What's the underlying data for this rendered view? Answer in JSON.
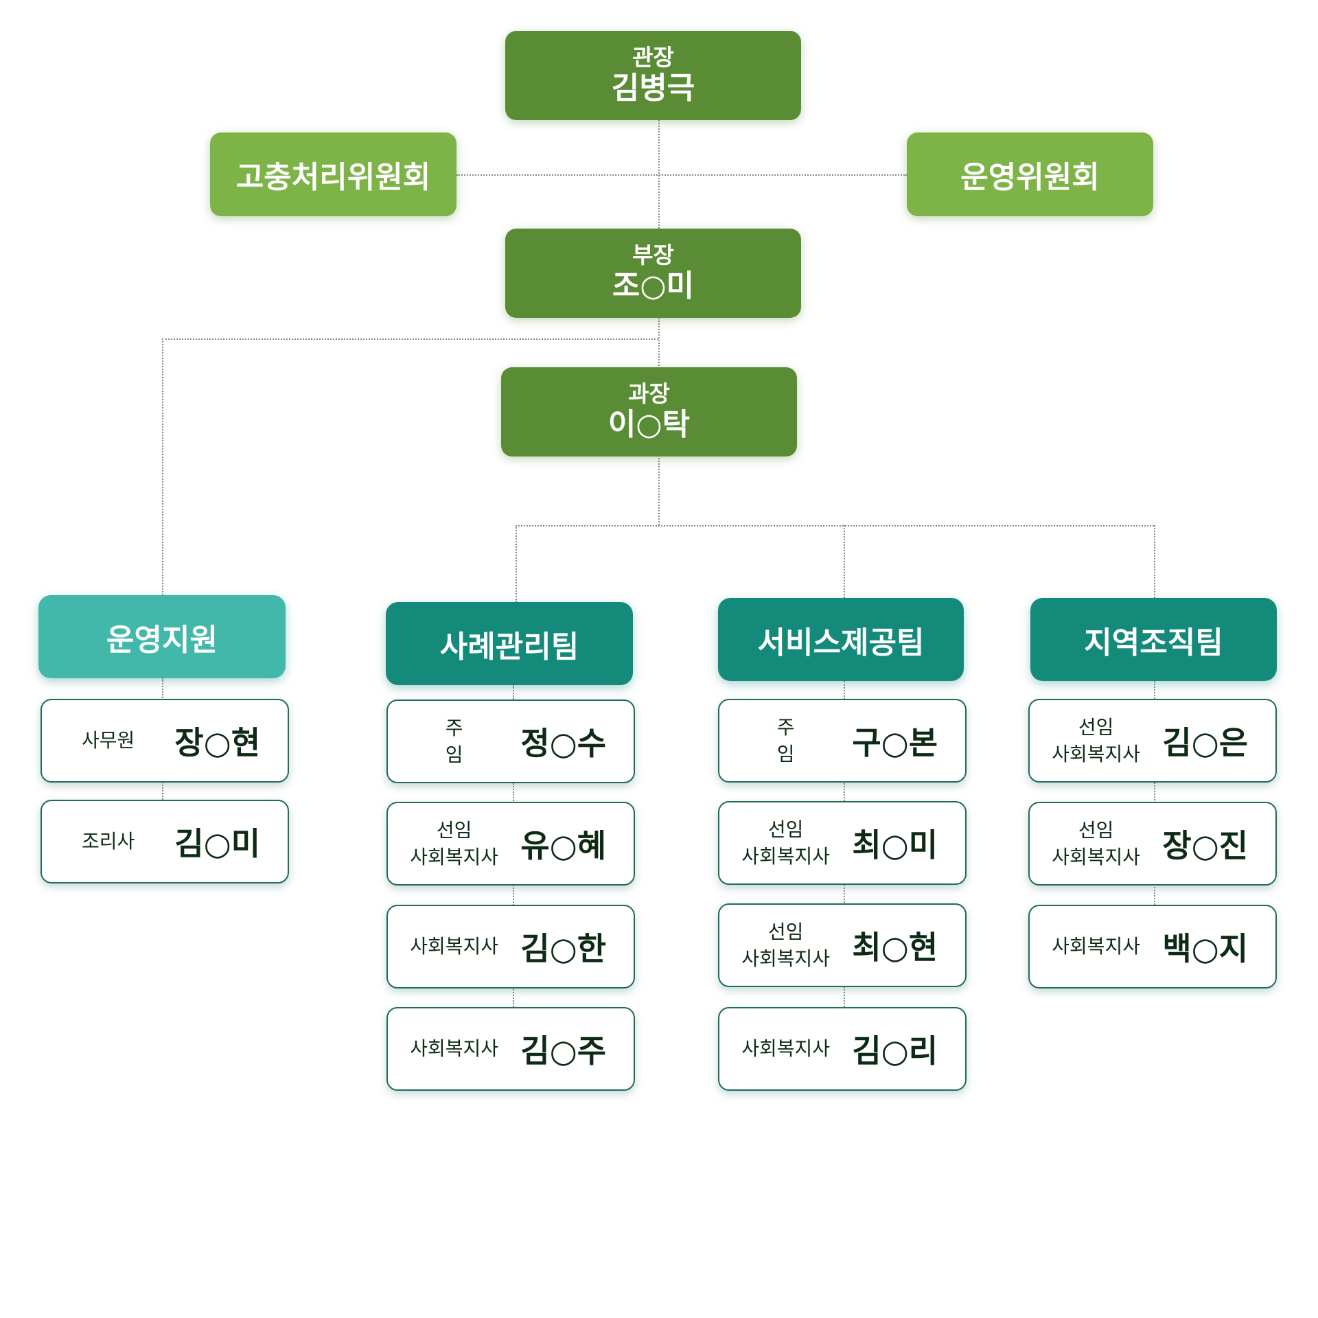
{
  "director": {
    "title": "관장",
    "name": "김병극"
  },
  "committees": {
    "left": "고충처리위원회",
    "right": "운영위원회"
  },
  "manager": {
    "title": "부장",
    "name": "조○미"
  },
  "section_chief": {
    "title": "과장",
    "name": "이○탁"
  },
  "teams": [
    {
      "label": "운영지원",
      "members": [
        {
          "role": [
            "사무원"
          ],
          "name": "장○현"
        },
        {
          "role": [
            "조리사"
          ],
          "name": "김○미"
        }
      ]
    },
    {
      "label": "사례관리팀",
      "members": [
        {
          "role": [
            "주임"
          ],
          "name": "정○수"
        },
        {
          "role": [
            "선임",
            "사회복지사"
          ],
          "name": "유○혜"
        },
        {
          "role": [
            "사회복지사"
          ],
          "name": "김○한"
        },
        {
          "role": [
            "사회복지사"
          ],
          "name": "김○주"
        }
      ]
    },
    {
      "label": "서비스제공팀",
      "members": [
        {
          "role": [
            "주임"
          ],
          "name": "구○본"
        },
        {
          "role": [
            "선임",
            "사회복지사"
          ],
          "name": "최○미"
        },
        {
          "role": [
            "선임",
            "사회복지사"
          ],
          "name": "최○현"
        },
        {
          "role": [
            "사회복지사"
          ],
          "name": "김○리"
        }
      ]
    },
    {
      "label": "지역조직팀",
      "members": [
        {
          "role": [
            "선임",
            "사회복지사"
          ],
          "name": "김○은"
        },
        {
          "role": [
            "선임",
            "사회복지사"
          ],
          "name": "장○진"
        },
        {
          "role": [
            "사회복지사"
          ],
          "name": "백○지"
        }
      ]
    }
  ],
  "colors": {
    "exec": "#5a8c35",
    "committee": "#7db347",
    "team": "#148a7a",
    "support": "#42b8aa"
  }
}
